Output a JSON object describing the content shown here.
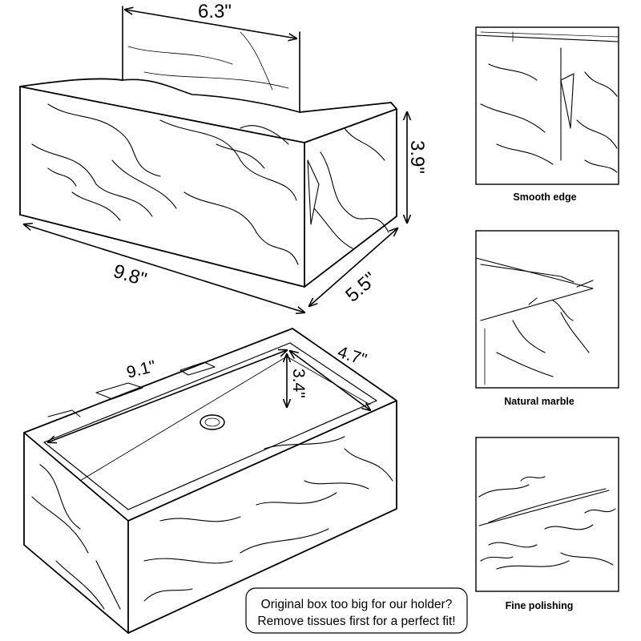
{
  "top_box": {
    "dimensions": {
      "slot_length": "6.3\"",
      "height": "3.9\"",
      "length": "9.8\"",
      "width": "5.5\""
    }
  },
  "bottom_box": {
    "dimensions": {
      "inner_length": "9.1\"",
      "inner_width": "4.7\"",
      "inner_depth": "3.4\""
    }
  },
  "details": [
    {
      "caption": "Smooth edge"
    },
    {
      "caption": "Natural marble"
    },
    {
      "caption": "Fine polishing"
    }
  ],
  "note": {
    "line1": "Original box too big for our holder?",
    "line2": "Remove tissues first for a perfect fit!"
  }
}
